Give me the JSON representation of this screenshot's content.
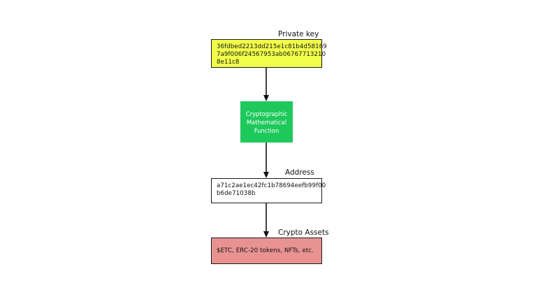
{
  "colors": {
    "private_key_fill": "#f2ff4a",
    "crypto_function_fill": "#1ec95c",
    "address_fill": "#ffffff",
    "assets_fill": "#e99292",
    "arrow": "#111111"
  },
  "private_key": {
    "label": "Private key",
    "lines": [
      "36fdbed2213dd215e1c81b4d58169",
      "7a9f006f24567953ab06767713210",
      "8e11c8"
    ]
  },
  "crypto_function": {
    "lines": [
      "Cryptographic",
      "Mathematical",
      "Function"
    ]
  },
  "address": {
    "label": "Address",
    "lines": [
      "a71c2ae1ec42fc1b78694eefb99f00",
      "b6de71038b"
    ]
  },
  "crypto_assets": {
    "label": "Crypto Assets",
    "text": "$ETC, ERC-20 tokens, NFTs, etc."
  }
}
